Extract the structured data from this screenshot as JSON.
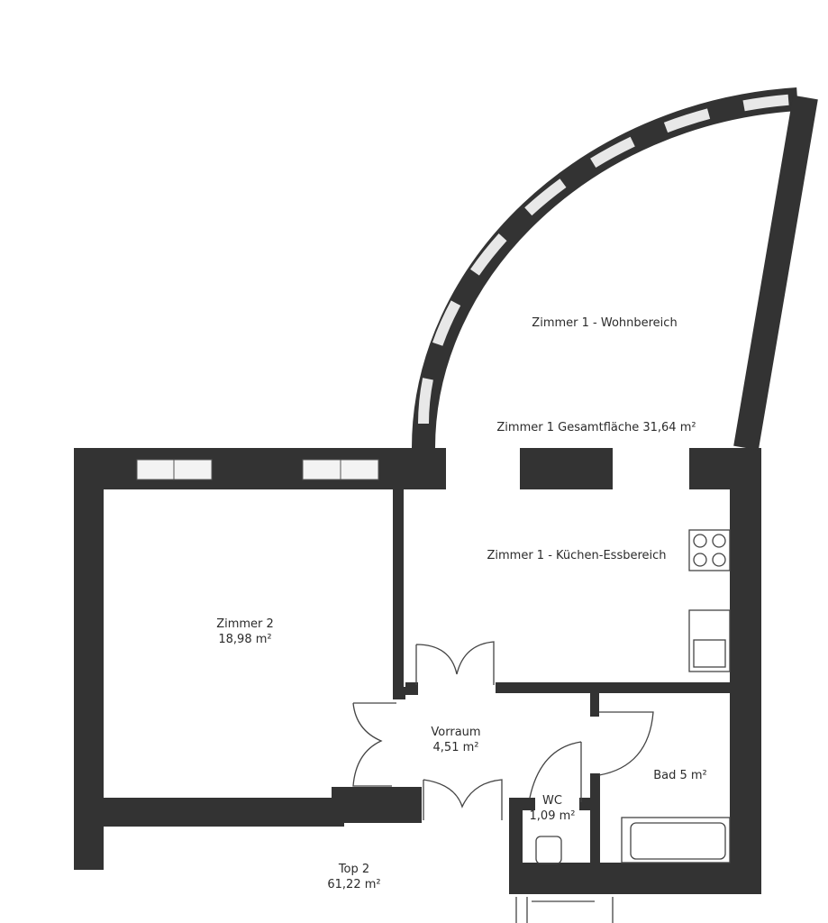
{
  "colors": {
    "wall": "#333333",
    "line": "#444444",
    "background": "#ffffff"
  },
  "rooms": {
    "wohnbereich": {
      "name": "Zimmer 1 - Wohnbereich"
    },
    "zimmer1_total": {
      "name": "Zimmer 1 Gesamtfläche 31,64 m²"
    },
    "kueche": {
      "name": "Zimmer 1 - Küchen-Essbereich"
    },
    "zimmer2": {
      "name": "Zimmer 2",
      "area": "18,98 m²"
    },
    "vorraum": {
      "name": "Vorraum",
      "area": "4,51 m²"
    },
    "wc": {
      "name": "WC",
      "area": "1,09 m²"
    },
    "bad": {
      "name": "Bad 5 m²"
    },
    "top": {
      "name": "Top 2",
      "area": "61,22 m²"
    }
  }
}
